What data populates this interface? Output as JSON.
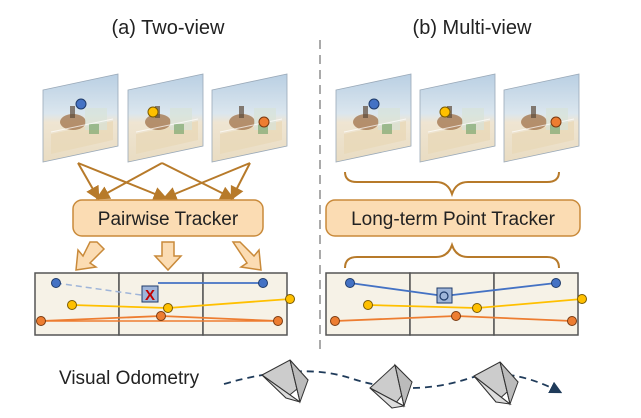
{
  "panels": {
    "left_title": "(a) Two-view",
    "right_title": "(b) Multi-view"
  },
  "trackers": {
    "pairwise": "Pairwise Tracker",
    "long_term": "Long-term Point Tracker"
  },
  "bottom": {
    "label": "Visual Odometry"
  },
  "marks": {
    "occlusion_failure": "X"
  },
  "colors": {
    "arrow_brown": "#b77a2a",
    "tracker_fill": "#fbdcb3",
    "tracker_stroke": "#c98a3a",
    "strip_fill": "#f6f2e7",
    "strip_stroke": "#555555",
    "blue": "#4472c4",
    "yellow": "#ffc000",
    "orange": "#ed7d31",
    "dashed_divider": "#aaaaaa",
    "cross_red": "#c00000"
  }
}
